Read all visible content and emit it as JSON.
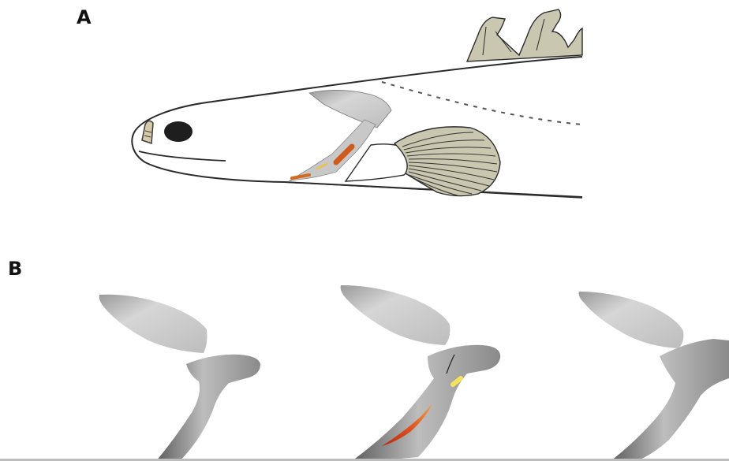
{
  "panels": {
    "a": {
      "label": "A"
    },
    "b": {
      "label": "B"
    }
  },
  "colors": {
    "outline": "#2b2b2b",
    "fin_fill": "#c9c7b0",
    "fin_rays": "#333333",
    "bone_light": "#e6e6e6",
    "bone_mid": "#b5b5b5",
    "bone_dark": "#6f6f6f",
    "highlight_orange": "#e07a2a",
    "highlight_red": "#c9381a",
    "highlight_yellow": "#f3e35a"
  },
  "icons": [
    "fish-head-outline",
    "eye",
    "nostril",
    "dorsal-fin",
    "pectoral-fin",
    "bone-element"
  ]
}
